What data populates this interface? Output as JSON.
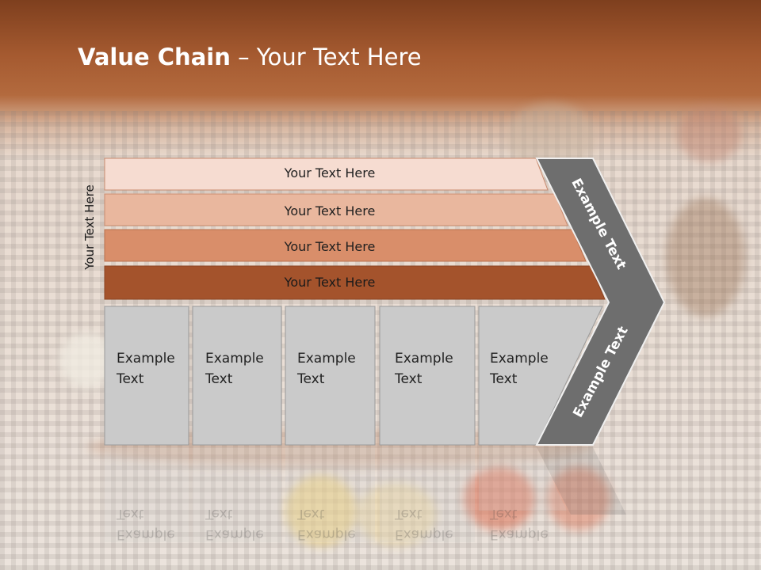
{
  "slide": {
    "title_bold": "Value Chain",
    "title_rest": " – Your Text Here",
    "vertical_label": "Your Text Here",
    "rows": [
      {
        "label": "Your Text Here",
        "color": "#f6dcd1"
      },
      {
        "label": "Your Text Here",
        "color": "#e9b79e"
      },
      {
        "label": "Your Text Here",
        "color": "#d98e6a"
      },
      {
        "label": "Your Text Here",
        "color": "#a4532c"
      }
    ],
    "boxes": [
      {
        "line1": "Example",
        "line2": "Text"
      },
      {
        "line1": "Example",
        "line2": "Text"
      },
      {
        "line1": "Example",
        "line2": "Text"
      },
      {
        "line1": "Example",
        "line2": "Text"
      },
      {
        "line1": "Example",
        "line2": "Text"
      }
    ],
    "arrow_upper": "Example Text",
    "arrow_lower": "Example Text",
    "colors": {
      "header": "#a55a30",
      "arrow": "#6e6e6e",
      "box_fill": "#cacaca"
    }
  }
}
